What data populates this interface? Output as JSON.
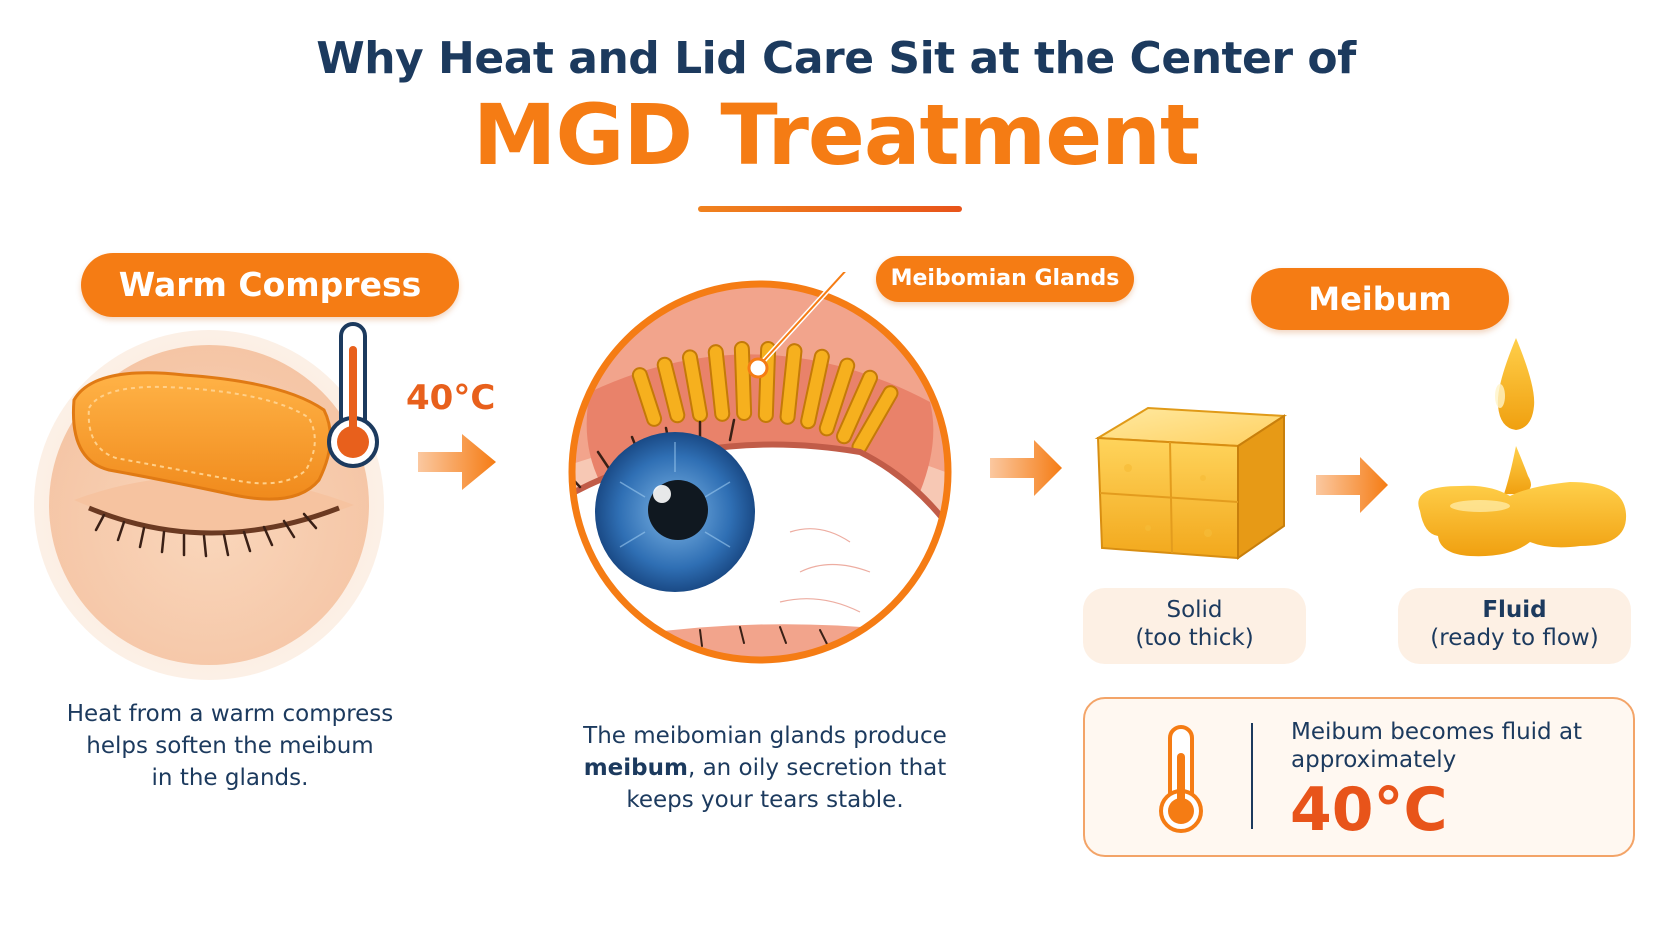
{
  "header": {
    "title_line1": "Why Heat and Lid Care Sit at the  Center of",
    "title_line2": "MGD Treatment"
  },
  "warm_compress": {
    "label": "Warm Compress",
    "temperature": "40°C",
    "caption_lines": [
      "Heat from a warm compress",
      "helps soften the meibum",
      "in the glands."
    ]
  },
  "glands": {
    "label": "Meibomian Glands",
    "caption_line1": "The meibomian glands produce",
    "caption_bold": "meibum",
    "caption_line2_rest": ", an oily secretion that",
    "caption_line3": "keeps your tears stable."
  },
  "meibum": {
    "label": "Meibum",
    "solid_title": "Solid",
    "solid_sub": "(too thick)",
    "fluid_title": "Fluid",
    "fluid_sub": "(ready to flow)",
    "info_text": "Meibum becomes fluid at approximately",
    "info_temp": "40°C"
  },
  "colors": {
    "accent": "#f57c14",
    "navy": "#1c3a5e",
    "soft_bg": "#fdf0e4"
  },
  "icons": [
    "thermometer-icon",
    "arrow-right-icon",
    "eye-illustration",
    "butter-cube-illustration",
    "oil-drop-illustration"
  ]
}
